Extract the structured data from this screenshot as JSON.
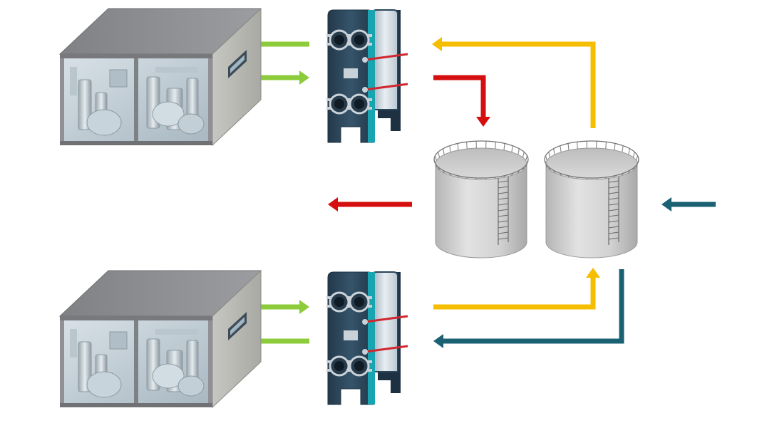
{
  "colors": {
    "chilled_water": "#8ccc3a",
    "warm_return": "#f6be00",
    "hot_supply": "#d50f0f",
    "cold_supply": "#1a6173",
    "exchanger_body": "#2b4559",
    "exchanger_accent": "#18a4b1",
    "cabinet_frame": "#8f9194",
    "cabinet_glass": "#c5d3dc",
    "tank_body": "#d6d6d6"
  },
  "components": {
    "units": [
      "chiller-unit-top",
      "chiller-unit-bottom"
    ],
    "heat_exchangers": [
      "plate-heat-exchanger-top",
      "plate-heat-exchanger-bottom"
    ],
    "tanks": [
      "storage-tank-left",
      "storage-tank-right"
    ]
  },
  "flows": [
    {
      "id": "chiller-top-supply",
      "color": "chilled_water",
      "direction": "left"
    },
    {
      "id": "chiller-top-return",
      "color": "chilled_water",
      "direction": "right"
    },
    {
      "id": "chiller-bottom-supply",
      "color": "chilled_water",
      "direction": "right"
    },
    {
      "id": "chiller-bottom-return",
      "color": "chilled_water",
      "direction": "left"
    },
    {
      "id": "right-tank-to-top-exchanger",
      "color": "warm_return",
      "direction": "left"
    },
    {
      "id": "top-exchanger-to-left-tank",
      "color": "hot_supply",
      "direction": "down"
    },
    {
      "id": "left-tank-outflow",
      "color": "hot_supply",
      "direction": "left"
    },
    {
      "id": "external-inflow-right-tank",
      "color": "cold_supply",
      "direction": "left"
    },
    {
      "id": "bottom-exchanger-to-right-tank",
      "color": "warm_return",
      "direction": "up"
    },
    {
      "id": "right-tank-to-bottom-exchanger",
      "color": "cold_supply",
      "direction": "left"
    }
  ]
}
